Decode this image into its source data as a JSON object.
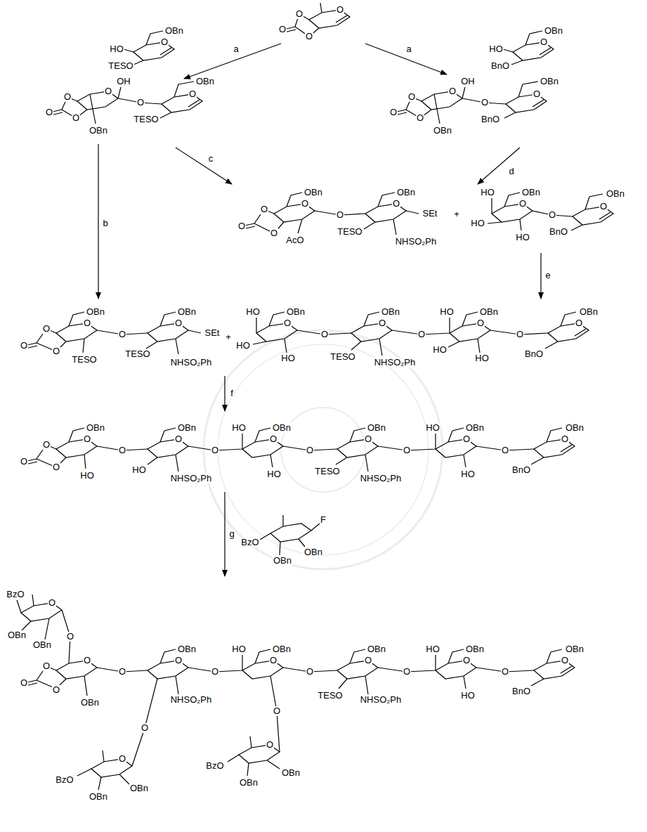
{
  "diagram": {
    "labels": [
      "O",
      "O",
      "O",
      "O",
      "OBn",
      "O",
      "HO",
      "TESO",
      "OBn",
      "O",
      "HO",
      "BnO",
      "a",
      "a",
      "OH",
      "OBn",
      "O",
      "O",
      "O",
      "O",
      "O",
      "O",
      "TESO",
      "OBn",
      "OH",
      "OBn",
      "O",
      "O",
      "O",
      "O",
      "O",
      "O",
      "BnO",
      "OBn",
      "c",
      "d",
      "OBn",
      "OBn",
      "O",
      "O",
      "O",
      "O",
      "SEt",
      "O",
      "O",
      "TESO",
      "AcO",
      "NHSO₂Ph",
      "+",
      "HO",
      "OBn",
      "OBn",
      "O",
      "O",
      "O",
      "HO",
      "BnO",
      "HO",
      "b",
      "e",
      "OBn",
      "OBn",
      "O",
      "O",
      "O",
      "SEt",
      "O",
      "O",
      "O",
      "TESO",
      "TESO",
      "NHSO₂Ph",
      "+",
      "HO",
      "OBn",
      "OBn",
      "HO",
      "OBn",
      "OBn",
      "O",
      "O",
      "O",
      "O",
      "O",
      "O",
      "O",
      "HO",
      "HO",
      "BnO",
      "TESO",
      "HO",
      "HO",
      "NHSO₂Ph",
      "f",
      "OBn",
      "OBn",
      "HO",
      "OBn",
      "OBn",
      "HO",
      "OBn",
      "OBn",
      "O",
      "O",
      "O",
      "O",
      "O",
      "O",
      "O",
      "O",
      "O",
      "O",
      "O",
      "O",
      "O",
      "O",
      "HO",
      "TESO",
      "BnO",
      "HO",
      "HO",
      "HO",
      "NHSO₂Ph",
      "NHSO₂Ph",
      "g",
      "F",
      "BzO",
      "OBn",
      "OBn",
      "BzO",
      "O",
      "OBn",
      "O",
      "OBn",
      "OBn",
      "HO",
      "OBn",
      "OBn",
      "HO",
      "OBn",
      "OBn",
      "O",
      "O",
      "O",
      "O",
      "O",
      "O",
      "O",
      "O",
      "O",
      "O",
      "O",
      "O",
      "O",
      "O",
      "BnO",
      "TESO",
      "HO",
      "NHSO₂Ph",
      "NHSO₂Ph",
      "OBn",
      "O",
      "O",
      "O",
      "O",
      "BzO",
      "OBn",
      "BzO",
      "OBn",
      "OBn",
      "OBn"
    ]
  }
}
